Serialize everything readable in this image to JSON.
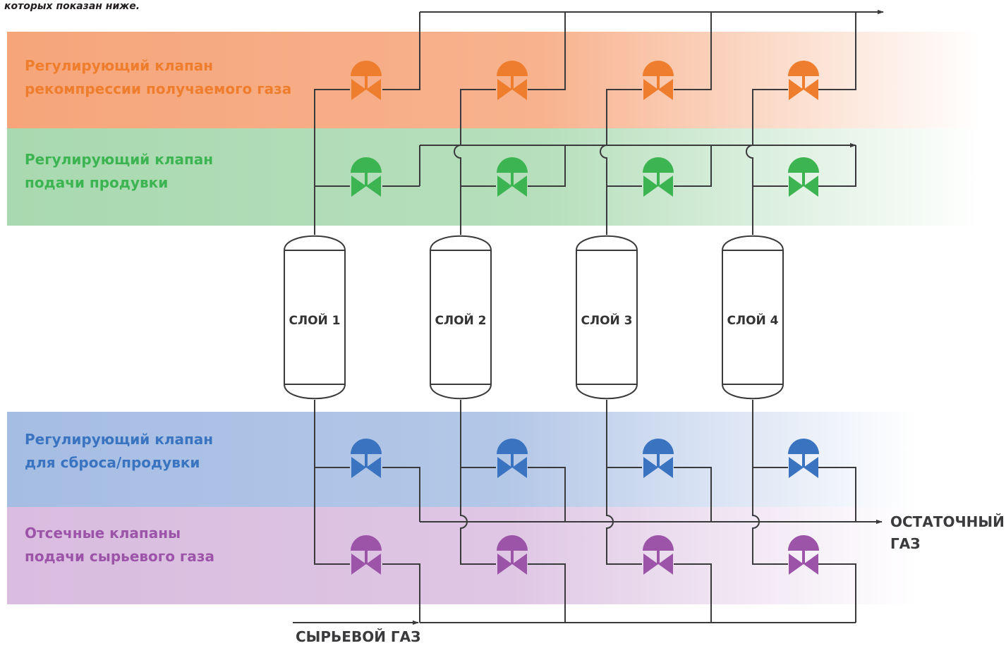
{
  "caption": "которых показан ниже.",
  "bands": [
    {
      "line1": "Регулирующий клапан",
      "line2": "рекомпрессии получаемого газа",
      "color": "#f6a57a"
    },
    {
      "line1": "Регулирующий клапан",
      "line2": "подачи продувки",
      "color": "#a9d9b0"
    },
    {
      "line1": "Регулирующий клапан",
      "line2": "для сброса/продувки",
      "color": "#a6bde3"
    },
    {
      "line1": "Отсечные клапаны",
      "line2": "подачи сырьевого газа",
      "color": "#d9bcdf"
    }
  ],
  "valve_colors": {
    "orange": "#ee7d2d",
    "green": "#3cb451",
    "blue": "#3a74c0",
    "purple": "#9c54a8"
  },
  "beds": [
    "СЛОЙ 1",
    "СЛОЙ 2",
    "СЛОЙ 3",
    "СЛОЙ 4"
  ],
  "feed_label": "СЫРЬЕВОЙ ГАЗ",
  "tail_gas": {
    "line1": "ОСТАТОЧНЫЙ",
    "line2": "ГАЗ"
  }
}
